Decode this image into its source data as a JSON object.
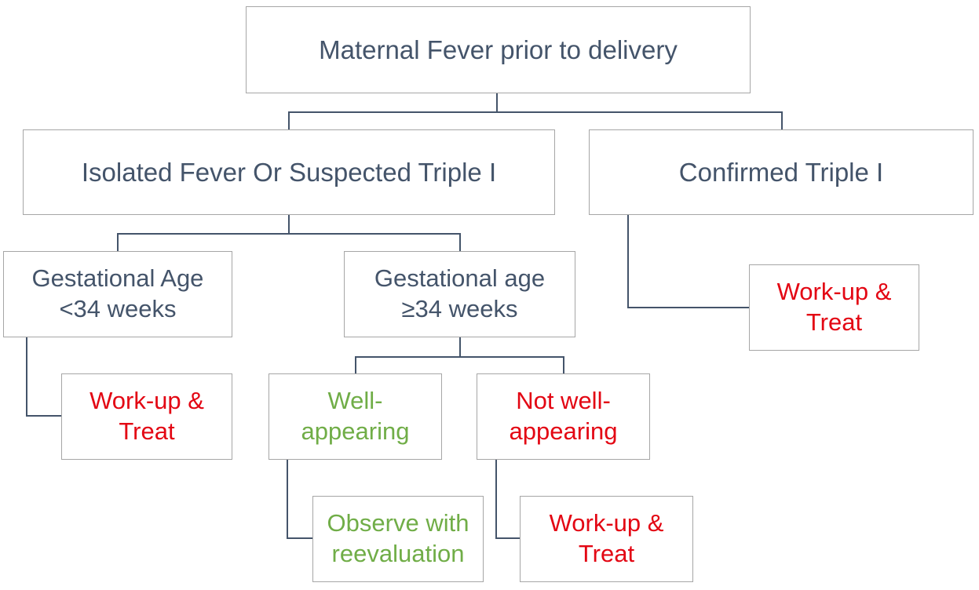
{
  "flowchart": {
    "root": {
      "label": "Maternal Fever prior to delivery"
    },
    "isolated": {
      "label": "Isolated Fever Or Suspected Triple I"
    },
    "confirmed": {
      "label": "Confirmed Triple I"
    },
    "confirmed_action": {
      "label": "Work-up &\nTreat"
    },
    "ga_lt34": {
      "label": "Gestational Age\n<34 weeks"
    },
    "ga_lt34_action": {
      "label": "Work-up &\nTreat"
    },
    "ga_ge34": {
      "label": "Gestational age\n≥34 weeks"
    },
    "well": {
      "label": "Well-\nappearing"
    },
    "not_well": {
      "label": "Not well-\nappearing"
    },
    "well_action": {
      "label": "Observe with\nreevaluation"
    },
    "not_well_action": {
      "label": "Work-up &\nTreat"
    }
  },
  "colors": {
    "text_dark": "#44546a",
    "action_red": "#e30613",
    "reassuring_green": "#70ad47",
    "border": "#a6a6a6",
    "connector": "#44546a"
  }
}
